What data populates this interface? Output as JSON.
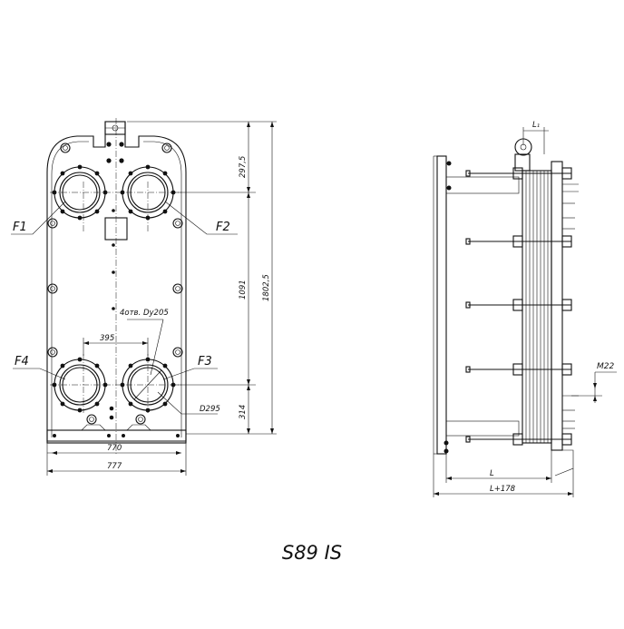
{
  "caption": "S89 IS",
  "front_view": {
    "ports": {
      "f1": "F1",
      "f2": "F2",
      "f3": "F3",
      "f4": "F4"
    },
    "dimensions": {
      "top_port_offset": "297,5",
      "port_spacing_vertical": "1091",
      "total_height": "1802,5",
      "bottom_port_offset": "314",
      "port_spacing_horizontal": "395",
      "frame_width_inner": "770",
      "frame_width_outer": "777",
      "bolt_circle": "D295",
      "flange_note": "4отв. Dy205"
    }
  },
  "side_view": {
    "dimensions": {
      "l1": "L₁",
      "thread": "M22",
      "length": "L",
      "length_total": "L+178"
    }
  }
}
